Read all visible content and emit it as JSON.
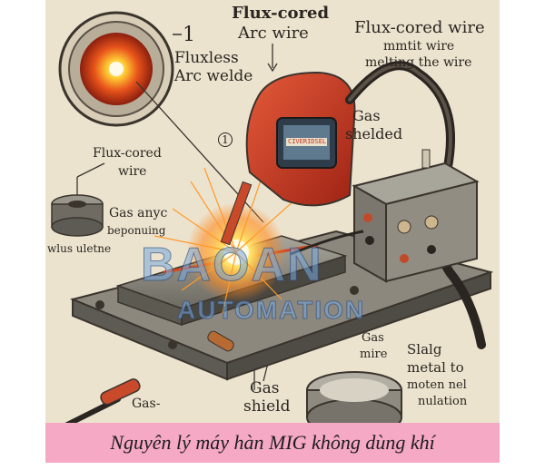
{
  "labels": {
    "number_1": "1",
    "fluxless": "Fluxless",
    "arc_welde": "Arc welde",
    "flux_cored_top": "Flux-cored",
    "arc_wire": "Arc wire",
    "flux_cored_wire_right": "Flux-cored wire",
    "nitr_wire": "mmtit wire",
    "melting_wire": "melting the wire",
    "gas_shelded_1": "Gas",
    "gas_shelded_2": "shelded",
    "circled_1": "1",
    "flux_cored_left_1": "Flux-cored",
    "flux_cored_left_2": "wire",
    "gas_anc": "Gas anyc",
    "beronuing": "beponuing",
    "wlus": "wlus uletne",
    "gas_mire_1": "Gas",
    "gas_mire_2": "mire",
    "slag_1": "Slalg",
    "slag_2": "metal to",
    "slag_3": "moten nel",
    "slag_4": "nulation",
    "gas_bottom_left": "Gas-",
    "gas_shield_1": "Gas",
    "gas_shield_2": "shield",
    "helmet_screen": "CIVERIDSEL"
  },
  "watermark": {
    "line1": "BAOAN",
    "line2": "AUTOMATION"
  },
  "caption": "Nguyên lý máy hàn MIG không dùng khí",
  "colors": {
    "paper": "#ece3cf",
    "helmet": "#c8331f",
    "caption_bg": "#f5a9c4",
    "spark": "#ffb22a"
  }
}
